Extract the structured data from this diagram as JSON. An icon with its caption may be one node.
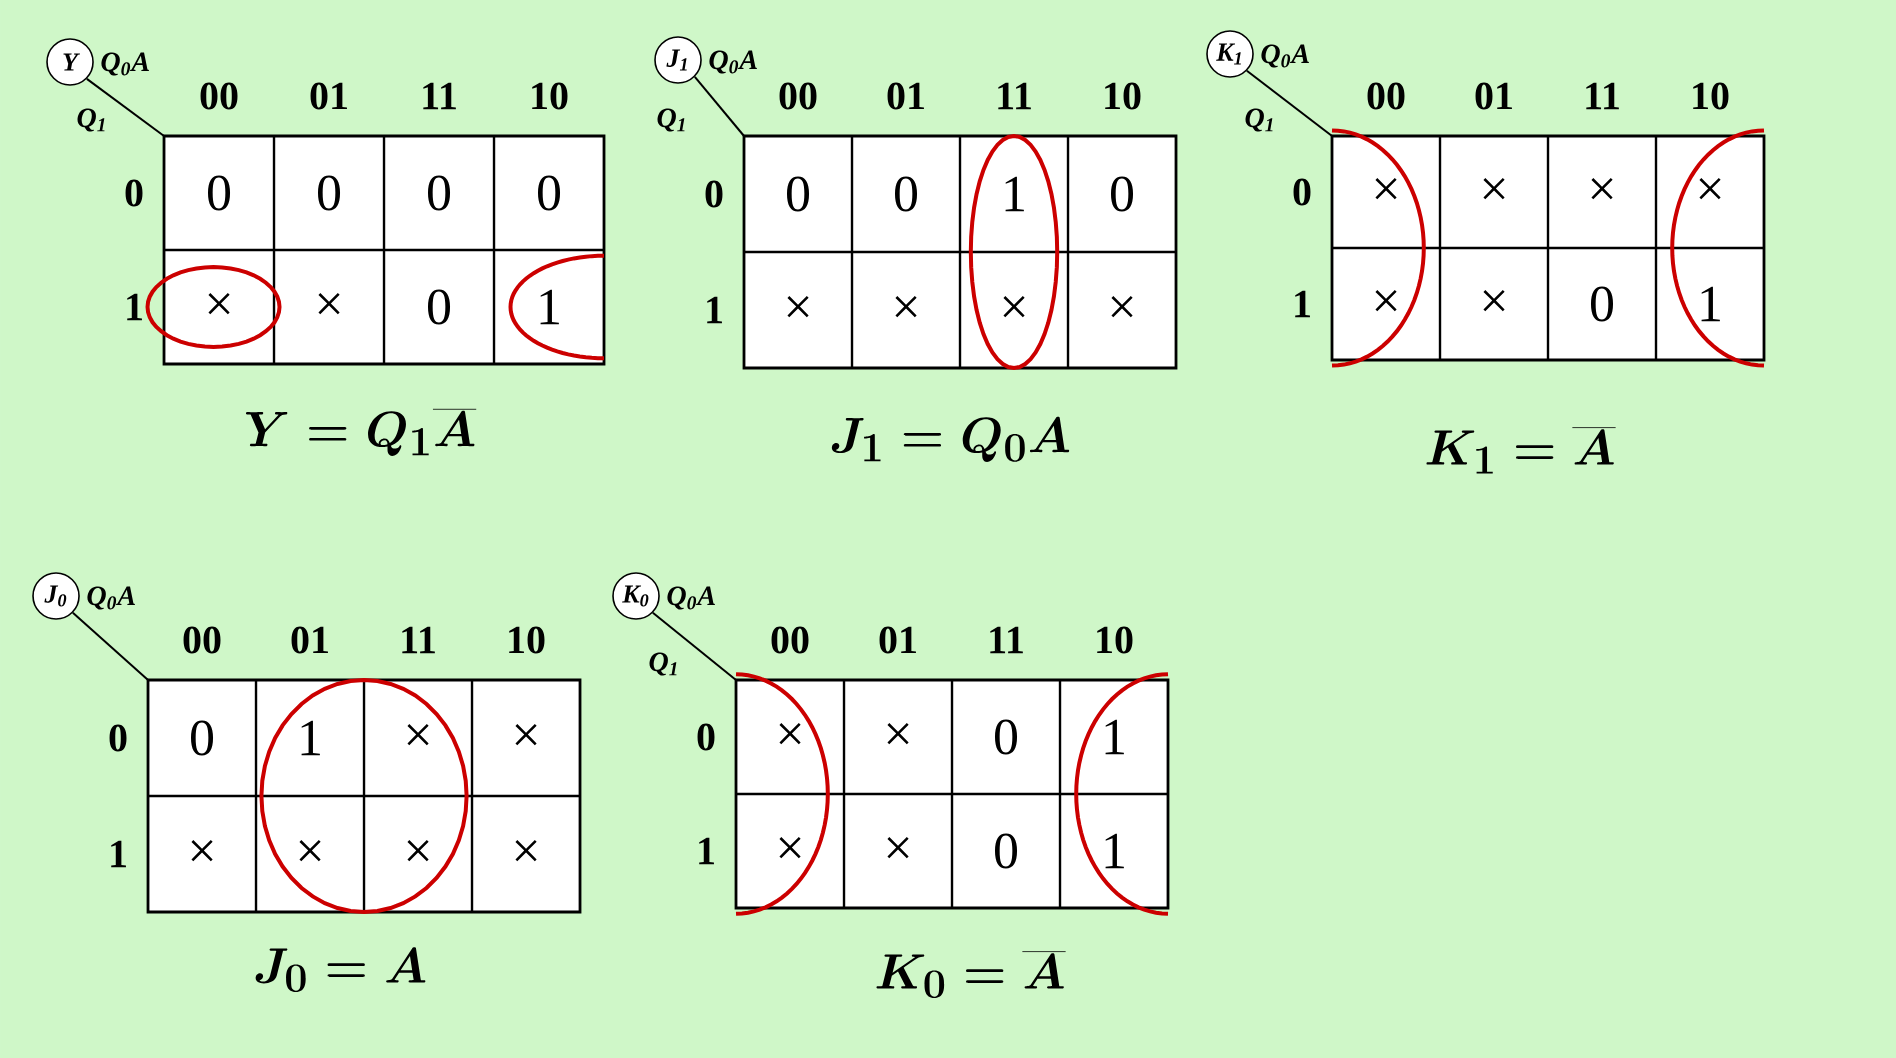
{
  "diagram": {
    "nodes": [
      {
        "text": [
          "Y"
        ]
      },
      {
        "text": [
          "J$_{1}$"
        ]
      },
      {
        "text": [
          "K$_{1}$"
        ]
      },
      {
        "text": [
          "J$_{0}$"
        ]
      },
      {
        "text": [
          "K$_{0}$"
        ]
      }
    ],
    "labels": [
      "Q$_{0}$A",
      "Q$_{1}$",
      "00",
      "01",
      "11",
      "10",
      "0",
      "0",
      "0",
      "0",
      "0",
      "1",
      "×",
      "×",
      "0",
      "1",
      "Y = Q_1\\overline{A}",
      "Q$_{0}$A",
      "Q$_{1}$",
      "00",
      "01",
      "11",
      "10",
      "0",
      "0",
      "0",
      "1",
      "0",
      "1",
      "×",
      "×",
      "×",
      "×",
      "J_1 = Q_0A",
      "Q$_{0}$A",
      "Q$_{1}$",
      "00",
      "01",
      "11",
      "10",
      "0",
      "×",
      "×",
      "×",
      "×",
      "1",
      "×",
      "×",
      "0",
      "1",
      "K_1 = \\overline{A}",
      "Q$_{0}$A",
      "00",
      "01",
      "11",
      "10",
      "0",
      "0",
      "1",
      "×",
      "×",
      "1",
      "×",
      "×",
      "×",
      "×",
      "J_0 = A",
      "Q$_{0}$A",
      "Q$_{1}$",
      "00",
      "01",
      "11",
      "10",
      "0",
      "×",
      "×",
      "0",
      "1",
      "1",
      "×",
      "×",
      "0",
      "1",
      "K_0 = \\overline{A}"
    ]
  }
}
